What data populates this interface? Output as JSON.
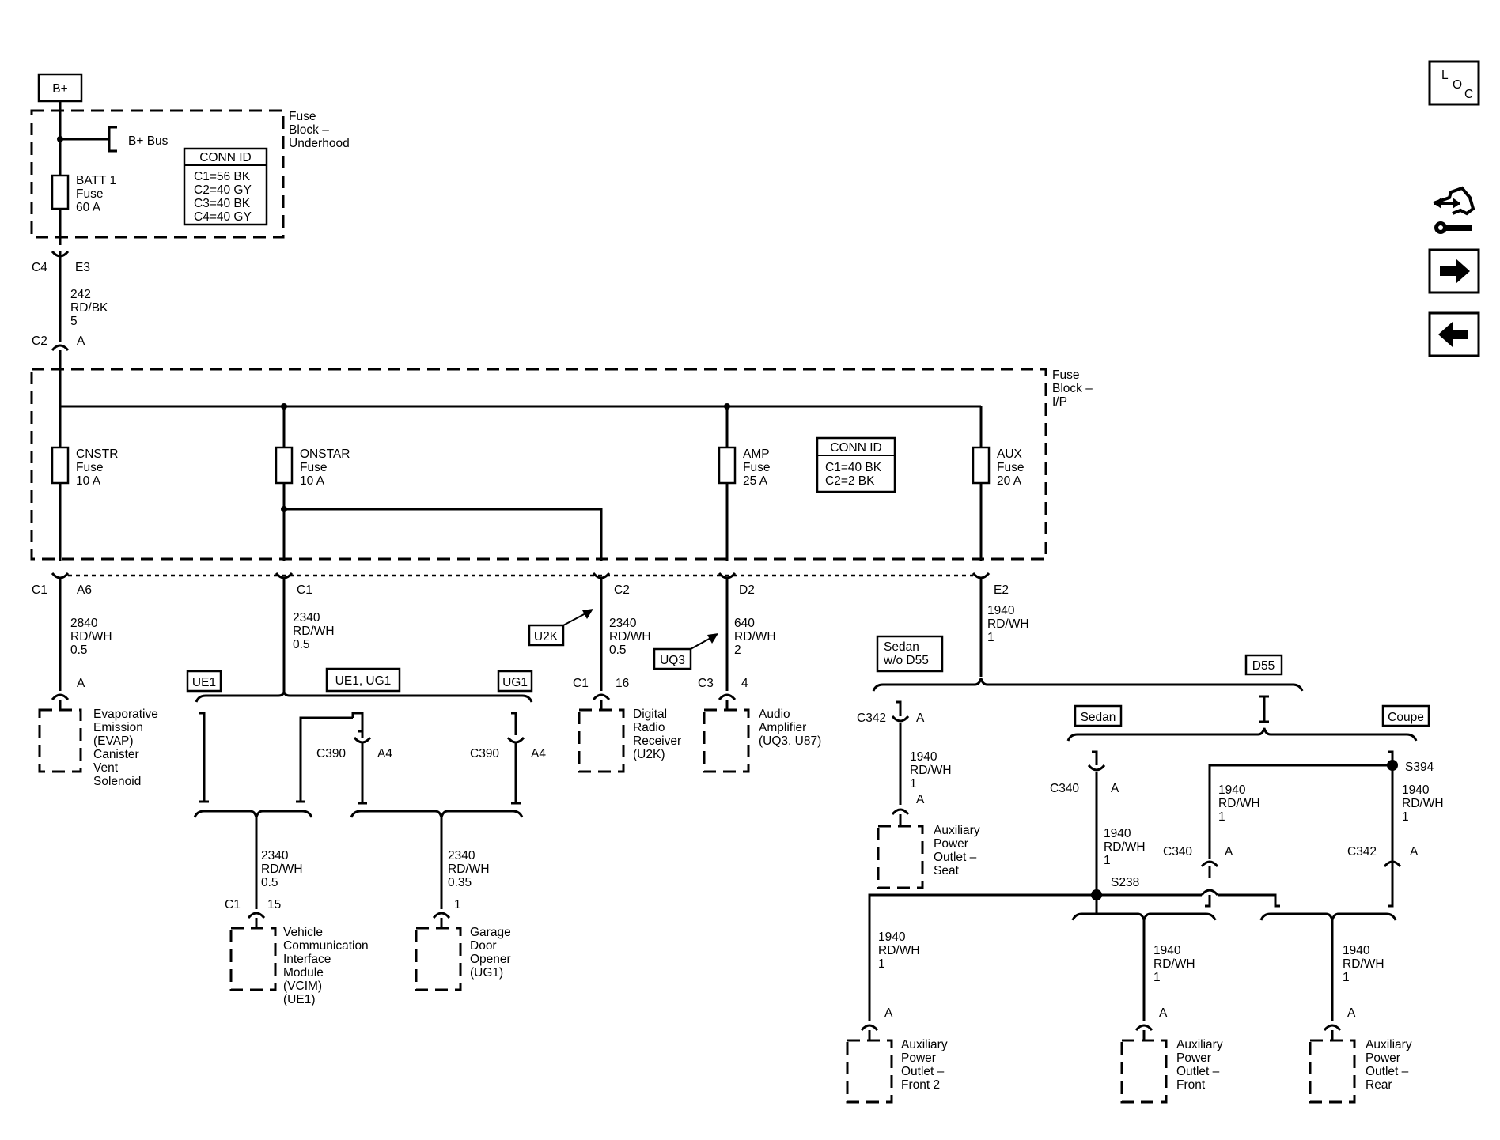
{
  "bplus": "B+",
  "fuse_block_underhood": [
    "Fuse",
    "Block –",
    "Underhood"
  ],
  "bplus_bus": "B+ Bus",
  "batt_fuse": [
    "BATT 1",
    "Fuse",
    "60 A"
  ],
  "conn_id_underhood": {
    "title": "CONN ID",
    "rows": [
      "C1=56 BK",
      "C2=40 GY",
      "C3=40 BK",
      "C4=40 GY"
    ]
  },
  "c4": "C4",
  "e3": "E3",
  "wire_242": [
    "242",
    "RD/BK",
    "5"
  ],
  "c2_top": "C2",
  "a_top": "A",
  "fuse_block_ip": [
    "Fuse",
    "Block –",
    "I/P"
  ],
  "cnstr_fuse": [
    "CNSTR",
    "Fuse",
    "10 A"
  ],
  "onstar_fuse": [
    "ONSTAR",
    "Fuse",
    "10 A"
  ],
  "amp_fuse": [
    "AMP",
    "Fuse",
    "25 A"
  ],
  "aux_fuse": [
    "AUX",
    "Fuse",
    "20 A"
  ],
  "conn_id_ip": {
    "title": "CONN ID",
    "rows": [
      "C1=40 BK",
      "C2=2 BK"
    ]
  },
  "pins_ip": {
    "c1_a": "C1",
    "a6": "A6",
    "c1_b": "C1",
    "c2": "C2",
    "d2": "D2",
    "e2": "E2"
  },
  "wire_2840": [
    "2840",
    "RD/WH",
    "0.5"
  ],
  "wire_2340_a": [
    "2340",
    "RD/WH",
    "0.5"
  ],
  "wire_2340_b": [
    "2340",
    "RD/WH",
    "0.5"
  ],
  "wire_640": [
    "640",
    "RD/WH",
    "2"
  ],
  "wire_1940_top": [
    "1940",
    "RD/WH",
    "1"
  ],
  "evap": {
    "pin": "A",
    "label": [
      "Evaporative",
      "Emission",
      "(EVAP)",
      "Canister",
      "Vent",
      "Solenoid"
    ]
  },
  "option_ue1": "UE1",
  "option_ue1_ug1": "UE1, UG1",
  "option_ug1": "UG1",
  "option_u2k": "U2K",
  "option_uq3": "UQ3",
  "c390_a": "C390",
  "a4_a": "A4",
  "c390_b": "C390",
  "a4_b": "A4",
  "wire_2340_vcim": [
    "2340",
    "RD/WH",
    "0.5"
  ],
  "wire_2340_garage": [
    "2340",
    "RD/WH",
    "0.35"
  ],
  "vcim": {
    "conn": "C1",
    "pin": "15",
    "label": [
      "Vehicle",
      "Communication",
      "Interface",
      "Module",
      "(VCIM)",
      "(UE1)"
    ]
  },
  "garage": {
    "pin": "1",
    "label": [
      "Garage",
      "Door",
      "Opener",
      "(UG1)"
    ]
  },
  "radio": {
    "conn": "C1",
    "pin": "16",
    "label": [
      "Digital",
      "Radio",
      "Receiver",
      "(U2K)"
    ]
  },
  "amp": {
    "conn": "C3",
    "pin": "4",
    "label": [
      "Audio",
      "Amplifier",
      "(UQ3, U87)"
    ]
  },
  "option_sedan_no_d55": [
    "Sedan",
    "w/o D55"
  ],
  "option_d55": "D55",
  "option_sedan": "Sedan",
  "option_coupe": "Coupe",
  "c342_a": "C342",
  "a_c342_a": "A",
  "wire_1940_seat": [
    "1940",
    "RD/WH",
    "1"
  ],
  "seat_outlet": {
    "pin": "A",
    "label": [
      "Auxiliary",
      "Power",
      "Outlet –",
      "Seat"
    ]
  },
  "c340_a": "C340",
  "a_c340_a": "A",
  "wire_1940_s238": [
    "1940",
    "RD/WH",
    "1"
  ],
  "s238": "S238",
  "s394": "S394",
  "wire_1940_c340b": [
    "1940",
    "RD/WH",
    "1"
  ],
  "c340_b": "C340",
  "a_c340_b": "A",
  "wire_1940_c342b": [
    "1940",
    "RD/WH",
    "1"
  ],
  "c342_b": "C342",
  "a_c342_b": "A",
  "wire_1940_front2": [
    "1940",
    "RD/WH",
    "1"
  ],
  "front2": {
    "pin": "A",
    "label": [
      "Auxiliary",
      "Power",
      "Outlet –",
      "Front 2"
    ]
  },
  "wire_1940_front": [
    "1940",
    "RD/WH",
    "1"
  ],
  "front": {
    "pin": "A",
    "label": [
      "Auxiliary",
      "Power",
      "Outlet –",
      "Front"
    ]
  },
  "wire_1940_rear": [
    "1940",
    "RD/WH",
    "1"
  ],
  "rear": {
    "pin": "A",
    "label": [
      "Auxiliary",
      "Power",
      "Outlet –",
      "Rear"
    ]
  },
  "nav": {
    "loc": [
      "L",
      "O",
      "C"
    ],
    "icons": [
      "loc-icon",
      "tools-icon",
      "next-arrow-icon",
      "previous-arrow-icon"
    ]
  }
}
